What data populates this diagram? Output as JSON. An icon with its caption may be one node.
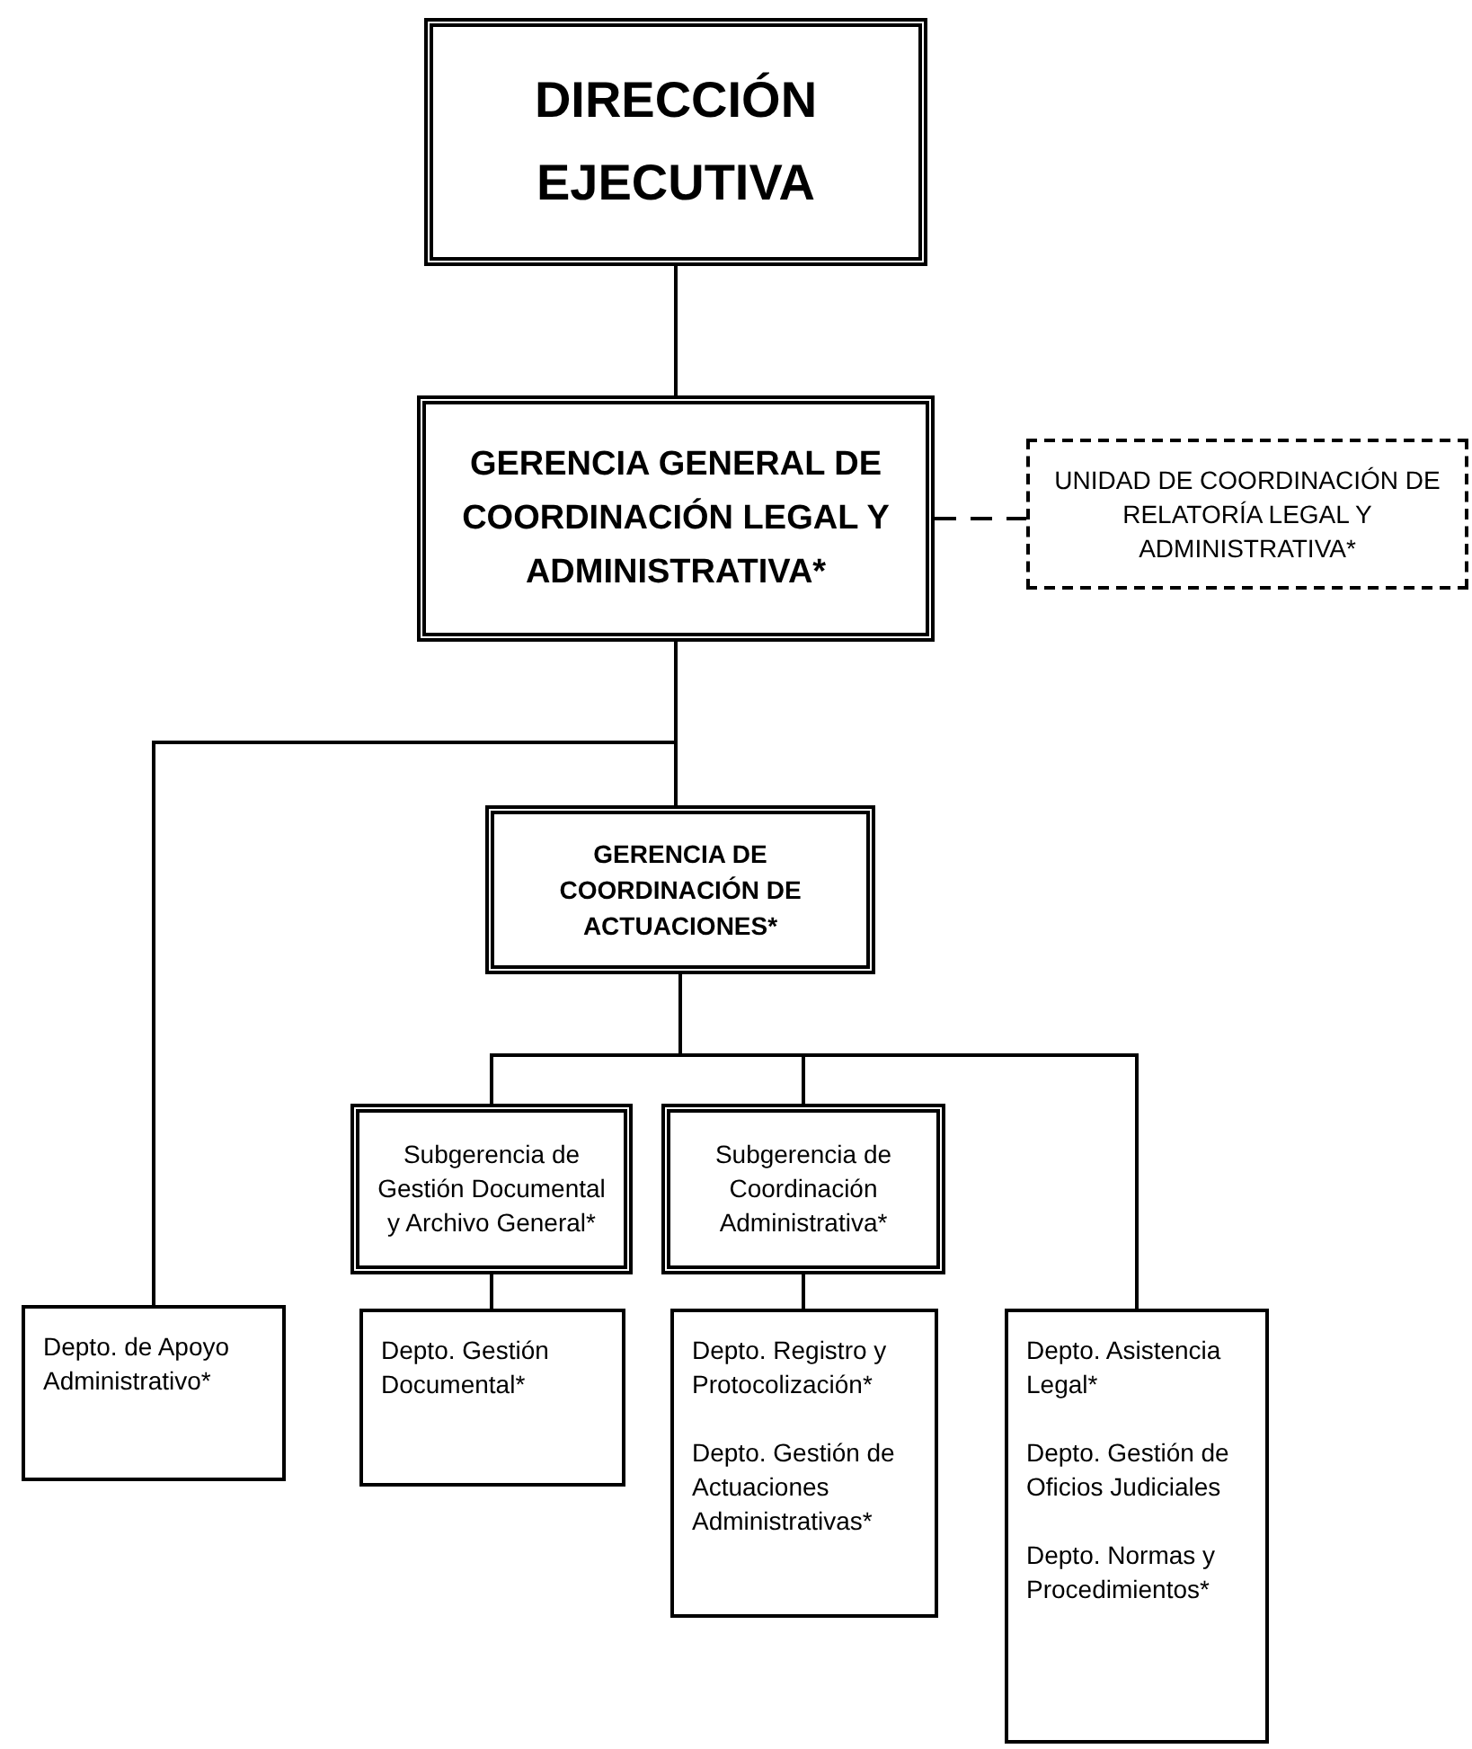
{
  "diagram": {
    "nodes": [
      {
        "text": [
          "DIRECCIÓN EJECUTIVA"
        ]
      },
      {
        "text": [
          "GERENCIA GENERAL DE COORDINACIÓN LEGAL Y ADMINISTRATIVA*"
        ]
      },
      {
        "text": [
          "UNIDAD DE COORDINACIÓN DE RELATORÍA LEGAL Y ADMINISTRATIVA*"
        ]
      },
      {
        "text": [
          "GERENCIA DE COORDINACIÓN DE ACTUACIONES*"
        ]
      },
      {
        "text": [
          "Depto. de Apoyo Administrativo*"
        ]
      },
      {
        "text": [
          "Subgerencia de Gestión Documental y Archivo General*"
        ]
      },
      {
        "text": [
          "Subgerencia de Coordinación Administrativa*"
        ]
      },
      {
        "text": [
          "Depto. Gestión Documental*"
        ]
      },
      {
        "text": [
          "Depto. Registro y Protocolización*",
          "Depto. Gestión de Actuaciones Administrativas*"
        ]
      },
      {
        "text": [
          "Depto. Asistencia Legal*",
          "Depto. Gestión de Oficios Judiciales",
          "Depto. Normas y Procedimientos*"
        ]
      }
    ],
    "edges": [
      {
        "from": 0,
        "to": 1,
        "arrow": "none"
      },
      {
        "from": 1,
        "to": 2,
        "arrow": "none",
        "style": "dashed"
      },
      {
        "from": 1,
        "to": 4,
        "arrow": "none"
      },
      {
        "from": 1,
        "to": 3,
        "arrow": "none"
      },
      {
        "from": 3,
        "to": 5,
        "arrow": "none"
      },
      {
        "from": 3,
        "to": 6,
        "arrow": "none"
      },
      {
        "from": 3,
        "to": 9,
        "arrow": "none"
      },
      {
        "from": 5,
        "to": 7,
        "arrow": "none"
      },
      {
        "from": 6,
        "to": 8,
        "arrow": "none"
      }
    ]
  }
}
